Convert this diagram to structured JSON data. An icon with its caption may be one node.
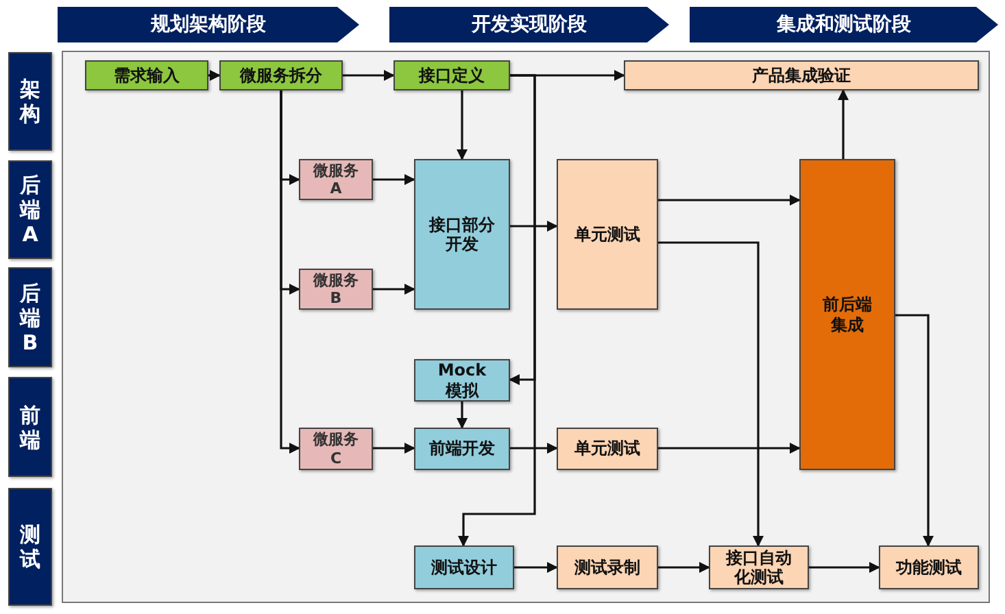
{
  "diagram": {
    "nodes": [
      {
        "text": [
          "规划架构阶段"
        ]
      },
      {
        "text": [
          "开发实现阶段"
        ]
      },
      {
        "text": [
          "集成和测试阶段"
        ]
      },
      {
        "text": [
          "架构"
        ]
      },
      {
        "text": [
          "后端A"
        ]
      },
      {
        "text": [
          "后端B"
        ]
      },
      {
        "text": [
          "前端"
        ]
      },
      {
        "text": [
          "测试"
        ]
      },
      {
        "text": [
          "需求输入"
        ]
      },
      {
        "text": [
          "微服务拆分"
        ]
      },
      {
        "text": [
          "接口定义"
        ]
      },
      {
        "text": [
          "产品集成验证"
        ]
      },
      {
        "text": [
          "微服务A"
        ]
      },
      {
        "text": [
          "接口部分开发"
        ]
      },
      {
        "text": [
          "单元测试"
        ]
      },
      {
        "text": [
          "前后端集成"
        ]
      },
      {
        "text": [
          "微服务B"
        ]
      },
      {
        "text": [
          "Mock模拟"
        ]
      },
      {
        "text": [
          "微服务C"
        ]
      },
      {
        "text": [
          "前端开发"
        ]
      },
      {
        "text": [
          "单元测试"
        ]
      },
      {
        "text": [
          "测试设计"
        ]
      },
      {
        "text": [
          "测试录制"
        ]
      },
      {
        "text": [
          "接口自动化测试"
        ]
      },
      {
        "text": [
          "功能测试"
        ]
      }
    ],
    "edges": [
      {
        "from": 8,
        "to": 9,
        "arrow": "to"
      },
      {
        "from": 9,
        "to": 10,
        "arrow": "to"
      },
      {
        "from": 10,
        "to": 11,
        "arrow": "to"
      },
      {
        "from": 10,
        "to": 13,
        "arrow": "to"
      },
      {
        "from": 9,
        "to": 12,
        "arrow": "to"
      },
      {
        "from": 9,
        "to": 16,
        "arrow": "to"
      },
      {
        "from": 9,
        "to": 18,
        "arrow": "to"
      },
      {
        "from": 12,
        "to": 13,
        "arrow": "to"
      },
      {
        "from": 16,
        "to": 13,
        "arrow": "to"
      },
      {
        "from": 13,
        "to": 14,
        "arrow": "to"
      },
      {
        "from": 10,
        "to": 17,
        "arrow": "to"
      },
      {
        "from": 10,
        "to": 21,
        "arrow": "to"
      },
      {
        "from": 17,
        "to": 19,
        "arrow": "to"
      },
      {
        "from": 18,
        "to": 19,
        "arrow": "to"
      },
      {
        "from": 19,
        "to": 20,
        "arrow": "to"
      },
      {
        "from": 14,
        "to": 15,
        "arrow": "to"
      },
      {
        "from": 14,
        "to": 23,
        "arrow": "to"
      },
      {
        "from": 20,
        "to": 15,
        "arrow": "to"
      },
      {
        "from": 15,
        "to": 11,
        "arrow": "to"
      },
      {
        "from": 15,
        "to": 24,
        "arrow": "to"
      },
      {
        "from": 21,
        "to": 22,
        "arrow": "to"
      },
      {
        "from": 22,
        "to": 23,
        "arrow": "to"
      },
      {
        "from": 23,
        "to": 24,
        "arrow": "to"
      }
    ]
  }
}
